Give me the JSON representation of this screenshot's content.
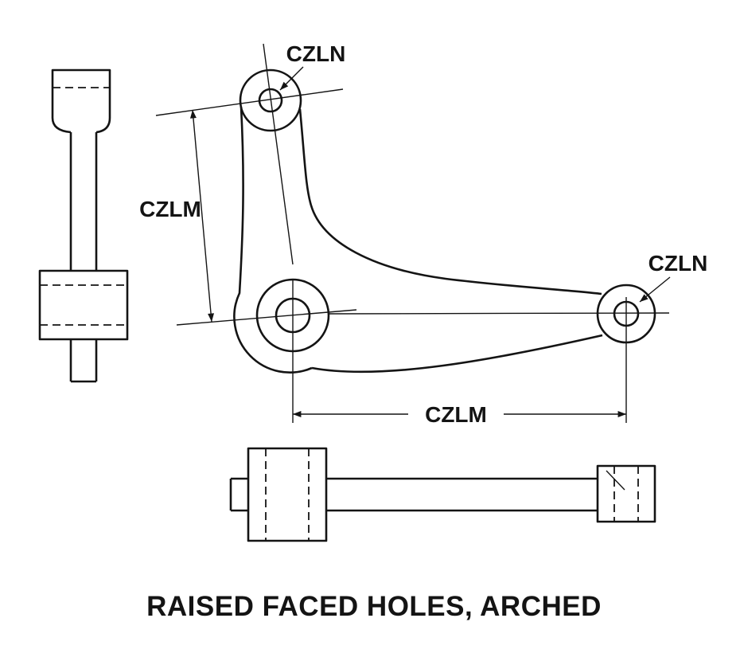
{
  "drawing": {
    "title": "RAISED FACED HOLES, ARCHED",
    "labels": {
      "hole_top": "CZLN",
      "hole_right": "CZLN",
      "dim_diagonal": "CZLM",
      "dim_horizontal": "CZLM"
    },
    "colors": {
      "ink": "#141414",
      "background": "#ffffff"
    }
  }
}
